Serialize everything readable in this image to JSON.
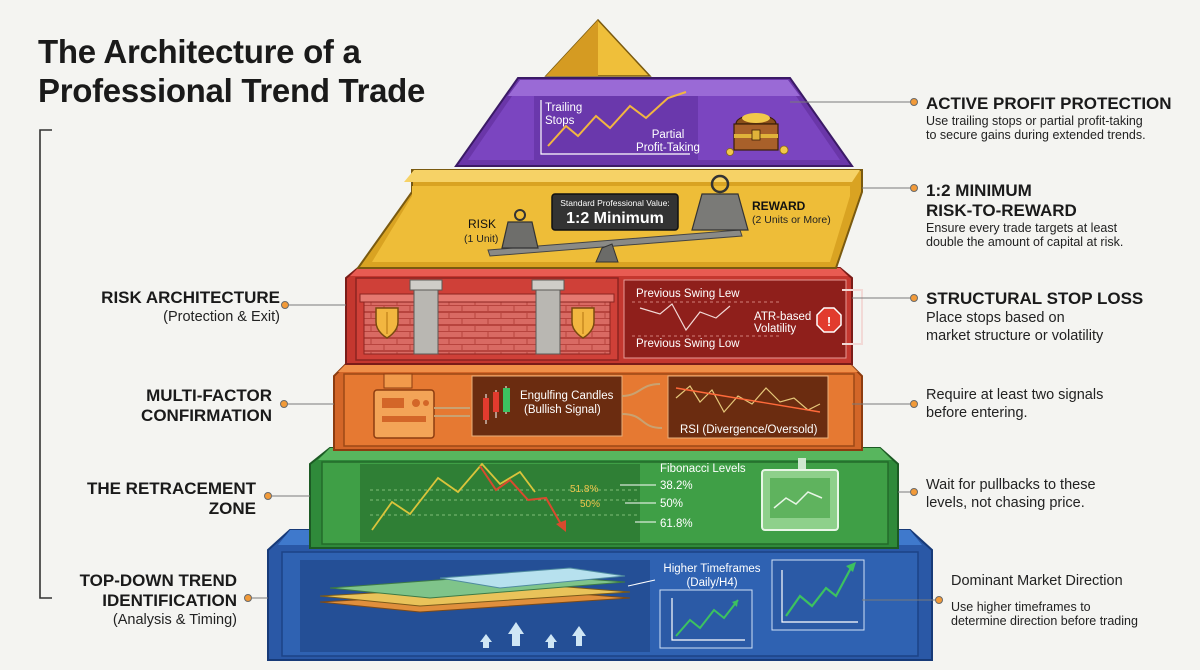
{
  "title": {
    "line1": "The Architecture of a",
    "line2": "Professional Trend Trade"
  },
  "layers": {
    "profit": {
      "callout_title": "ACTIVE PROFIT PROTECTION",
      "callout_desc_1": "Use trailing stops or partial profit-taking",
      "callout_desc_2": "to secure gains during extended trends.",
      "trailing_1": "Trailing",
      "trailing_2": "Stops",
      "partial_1": "Partial",
      "partial_2": "Profit-Taking"
    },
    "rr": {
      "callout_title_1": "1:2 MINIMUM",
      "callout_title_2": "RISK-TO-REWARD",
      "callout_desc_1": "Ensure every trade targets at least",
      "callout_desc_2": "double the amount of capital at risk.",
      "risk_label": "RISK",
      "risk_unit": "(1 Unit)",
      "reward_label": "REWARD",
      "reward_unit": "(2 Units or More)",
      "value_caption": "Standard Professional Value:",
      "value": "1:2 Minimum"
    },
    "risk": {
      "left_title": "RISK ARCHITECTURE",
      "left_sub": "(Protection & Exit)",
      "callout_title": "STRUCTURAL STOP LOSS",
      "callout_desc_1": "Place stops based on",
      "callout_desc_2": "market structure or volatility",
      "swing_top": "Previous Swing Lew",
      "swing_bottom": "Previous Swing Low",
      "atr_1": "ATR-based",
      "atr_2": "Volatility"
    },
    "confirm": {
      "left_title_1": "MULTI-FACTOR",
      "left_title_2": "CONFIRMATION",
      "callout_desc_1": "Require at least two signals",
      "callout_desc_2": "before entering.",
      "candles_1": "Engulfing Candles",
      "candles_2": "(Bullish Signal)",
      "rsi": "RSI (Divergence/Oversold)"
    },
    "retrace": {
      "left_title_1": "THE RETRACEMENT",
      "left_title_2": "ZONE",
      "callout_desc_1": "Wait for pullbacks to these",
      "callout_desc_2": "levels, not chasing price.",
      "fib_title": "Fibonacci Levels",
      "fib_382": "38.2%",
      "fib_50": "50%",
      "fib_618": "61.8%",
      "chart_518": "51.8%",
      "chart_50": "50%"
    },
    "trend": {
      "left_title_1": "TOP-DOWN TREND",
      "left_title_2": "IDENTIFICATION",
      "left_sub": "(Analysis & Timing)",
      "callout_title": "Dominant Market Direction",
      "callout_desc_1": "Use higher timeframes to",
      "callout_desc_2": "determine direction before trading",
      "htf_1": "Higher Timeframes",
      "htf_2": "(Daily/H4)"
    }
  },
  "colors": {
    "cap": "#e9b42a",
    "profit": "#7b45c0",
    "rr": "#eebd38",
    "risk": "#d8443c",
    "confirm": "#e67932",
    "retrace": "#3f9f46",
    "trend": "#2f62b2",
    "ink": "#1a1a1a",
    "dot": "#f29a38",
    "callout_line": "#7a7a7a"
  }
}
